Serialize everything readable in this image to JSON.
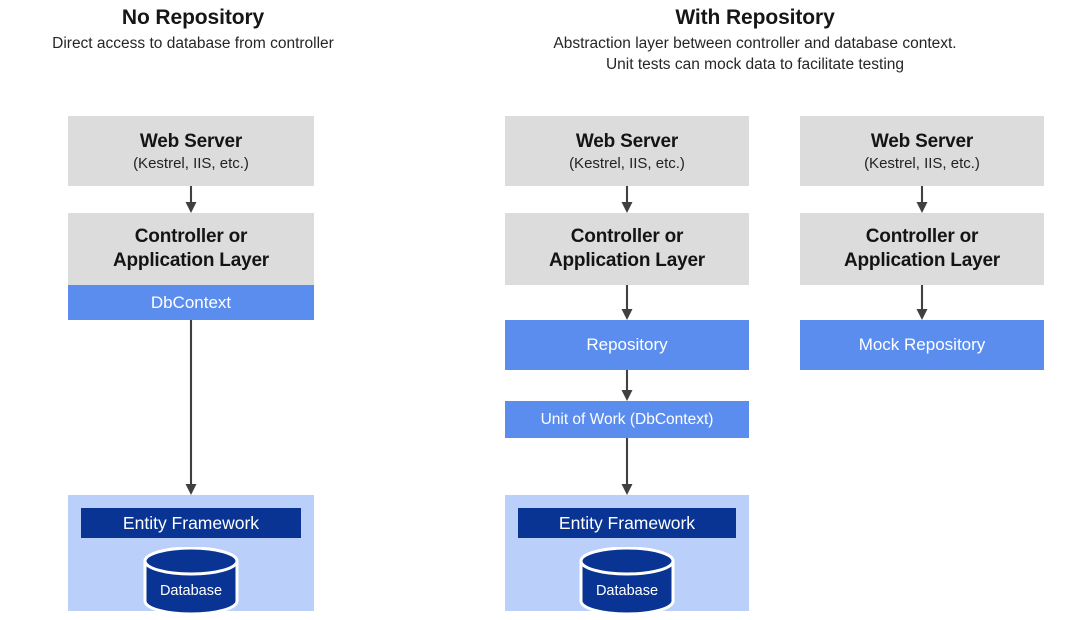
{
  "diagram": {
    "title_left": "No Repository",
    "subtitle_left": "Direct access to database from controller",
    "title_right": "With Repository",
    "subtitle_right_line1": "Abstraction layer between controller and database context.",
    "subtitle_right_line2": "Unit tests can mock data to facilitate testing"
  },
  "labels": {
    "web_server": "Web Server",
    "web_server_sub": "(Kestrel, IIS, etc.)",
    "controller_line1": "Controller or",
    "controller_line2": "Application Layer",
    "dbcontext": "DbContext",
    "repository": "Repository",
    "unit_of_work": "Unit of Work (DbContext)",
    "mock_repository": "Mock Repository",
    "entity_framework": "Entity Framework",
    "database": "Database"
  },
  "colors": {
    "gray_box": "#dcdcdc",
    "blue_box": "#5b8def",
    "light_blue_container": "#bad0fa",
    "navy_bar": "#0a3494",
    "arrow": "#404040",
    "text_dark": "#161616"
  },
  "columns": [
    {
      "id": "no-repository",
      "boxes": [
        "web-server",
        "controller",
        "dbcontext",
        "entity-framework",
        "database"
      ]
    },
    {
      "id": "with-repository",
      "boxes": [
        "web-server",
        "controller",
        "repository",
        "unit-of-work",
        "entity-framework",
        "database"
      ]
    },
    {
      "id": "mock-repository",
      "boxes": [
        "web-server",
        "controller",
        "mock-repository"
      ]
    }
  ]
}
